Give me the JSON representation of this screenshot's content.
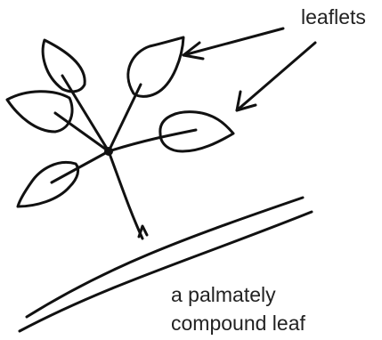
{
  "labels": {
    "leaflets": "leaflets",
    "caption_line1": "a palmately",
    "caption_line2": "compound leaf"
  },
  "colors": {
    "ink": "#111111",
    "text": "#222222",
    "background": "#ffffff"
  }
}
